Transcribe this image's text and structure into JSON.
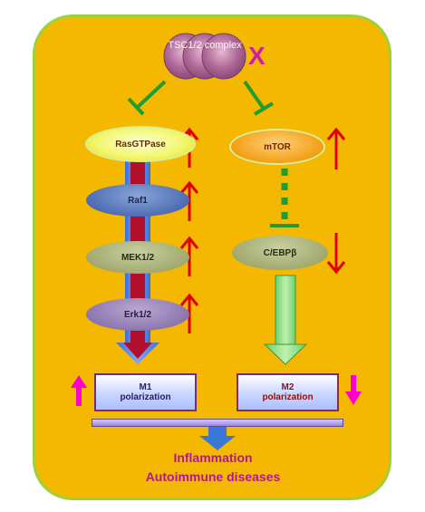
{
  "complex": {
    "label": "TSC1/2 complex"
  },
  "inhibition_mark": "X",
  "left_pathway": {
    "ras": "RasGTPase",
    "raf": "Raf1",
    "mek": "MEK1/2",
    "erk": "Erk1/2"
  },
  "right_pathway": {
    "mtor": "mTOR",
    "cebp": "C/EBPβ"
  },
  "m1": {
    "line1": "M1",
    "line2": "polarization"
  },
  "m2": {
    "line1": "M2",
    "line2": "polarization"
  },
  "outcomes": [
    "Inflammation",
    "Autoimmune diseases"
  ],
  "colors": {
    "background": "#f5b800",
    "border": "#9bd23a",
    "inhibition": "#1e9e2e",
    "up_arrow": "#e00000",
    "magenta_arrow": "#ff00cc",
    "outcome_text": "#b0169c"
  }
}
